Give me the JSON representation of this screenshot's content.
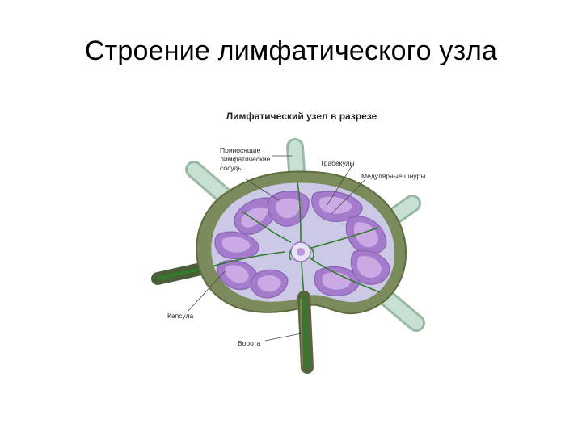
{
  "slide": {
    "title": "Строение лимфатического узла"
  },
  "figure": {
    "title": "Лимфатичеcкий узел в разрезе",
    "labels": {
      "afferent_line1": "Приносящие",
      "afferent_line2": "лимфатические",
      "afferent_line3": "сосуды",
      "trabeculae": "Трабекулы",
      "medullary_cords": "Медулярные шнуры",
      "capsule": "Капсула",
      "hilum": "Ворота"
    },
    "colors": {
      "capsule": "#7a8a5a",
      "capsule_dark": "#5e6d40",
      "cortex_bg": "#c9c6e6",
      "follicle": "#a37cc8",
      "follicle_center": "#c9a7e3",
      "vessel": "#2f7d2a",
      "afferent_vessel": "#b8d5c6"
    }
  }
}
